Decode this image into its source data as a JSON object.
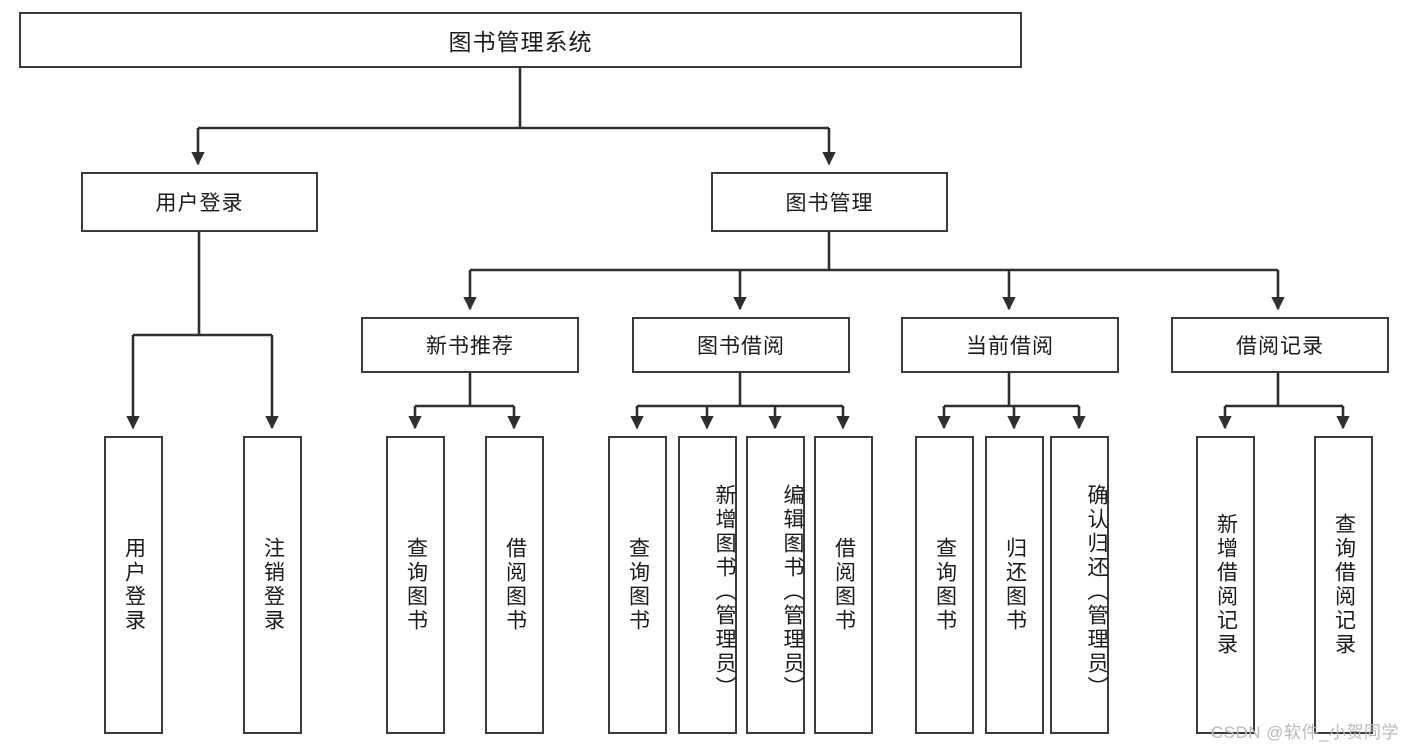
{
  "diagram": {
    "title": "图书管理系统",
    "type": "hierarchy-tree",
    "root": {
      "label": "图书管理系统"
    },
    "level1": [
      {
        "label": "用户登录"
      },
      {
        "label": "图书管理"
      }
    ],
    "level2": [
      {
        "label": "新书推荐"
      },
      {
        "label": "图书借阅"
      },
      {
        "label": "当前借阅"
      },
      {
        "label": "借阅记录"
      }
    ],
    "leaves": {
      "user_login": [
        {
          "label": "用户登录"
        },
        {
          "label": "注销登录"
        }
      ],
      "new_book": [
        {
          "label": "查询图书"
        },
        {
          "label": "借阅图书"
        }
      ],
      "borrow_book": [
        {
          "label": "查询图书"
        },
        {
          "label": "新增图书（管理员）"
        },
        {
          "label": "编辑图书（管理员）"
        },
        {
          "label": "借阅图书"
        }
      ],
      "current_borrow": [
        {
          "label": "查询图书"
        },
        {
          "label": "归还图书"
        },
        {
          "label": "确认归还（管理员）"
        }
      ],
      "borrow_record": [
        {
          "label": "新增借阅记录"
        },
        {
          "label": "查询借阅记录"
        }
      ]
    }
  },
  "watermark": {
    "text": "CSDN @软件_小贺同学"
  },
  "colors": {
    "box_border": "#3a3a3a",
    "box_fill": "#ffffff",
    "wire": "#2f2f2f",
    "text": "#1a1a1a",
    "watermark": "#b9b9b9",
    "background": "#ffffff"
  }
}
